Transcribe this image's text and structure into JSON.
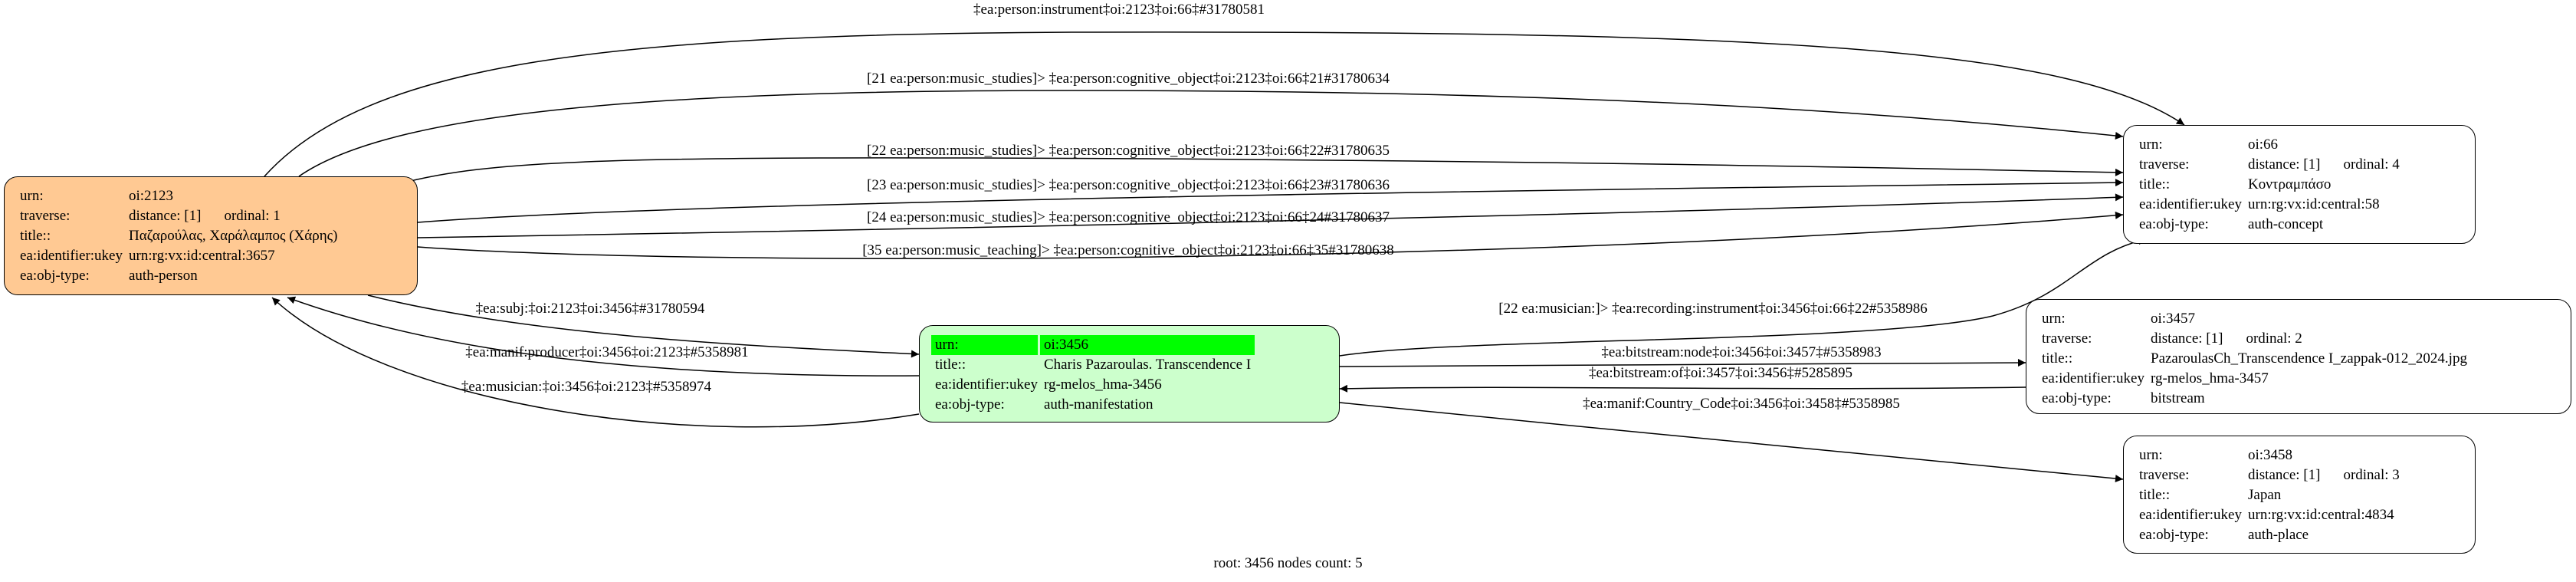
{
  "nodes": [
    {
      "id": "oi-2123",
      "fill": "#ffc993",
      "rows": [
        {
          "k": "urn:",
          "v": "oi:2123"
        },
        {
          "k": "traverse:",
          "v": "distance: [1]",
          "v2": "ordinal: 1"
        },
        {
          "k": "title::",
          "v": "Παζαρούλας, Χαράλαμπος (Χάρης)"
        },
        {
          "k": "ea:identifier:ukey",
          "v": "urn:rg:vx:id:central:3657"
        },
        {
          "k": "ea:obj-type:",
          "v": "auth-person"
        }
      ]
    },
    {
      "id": "oi-3456",
      "fill": "#ccffcc",
      "highlight": "#00ff00",
      "rows": [
        {
          "k": "urn:",
          "v": "oi:3456"
        },
        {
          "k": "title::",
          "v": "Charis Pazaroulas. Transcendence I"
        },
        {
          "k": "ea:identifier:ukey",
          "v": "rg-melos_hma-3456"
        },
        {
          "k": "ea:obj-type:",
          "v": "auth-manifestation"
        }
      ]
    },
    {
      "id": "oi-66",
      "fill": "#ffffff",
      "rows": [
        {
          "k": "urn:",
          "v": "oi:66"
        },
        {
          "k": "traverse:",
          "v": "distance: [1]",
          "v2": "ordinal: 4"
        },
        {
          "k": "title::",
          "v": "Κοντραμπάσο"
        },
        {
          "k": "ea:identifier:ukey",
          "v": "urn:rg:vx:id:central:58"
        },
        {
          "k": "ea:obj-type:",
          "v": "auth-concept"
        }
      ]
    },
    {
      "id": "oi-3457",
      "fill": "#ffffff",
      "rows": [
        {
          "k": "urn:",
          "v": "oi:3457"
        },
        {
          "k": "traverse:",
          "v": "distance: [1]",
          "v2": "ordinal: 2"
        },
        {
          "k": "title::",
          "v": "PazaroulasCh_Transcendence I_zappak-012_2024.jpg"
        },
        {
          "k": "ea:identifier:ukey",
          "v": "rg-melos_hma-3457"
        },
        {
          "k": "ea:obj-type:",
          "v": "bitstream"
        }
      ]
    },
    {
      "id": "oi-3458",
      "fill": "#ffffff",
      "rows": [
        {
          "k": "urn:",
          "v": "oi:3458"
        },
        {
          "k": "traverse:",
          "v": "distance: [1]",
          "v2": "ordinal: 3"
        },
        {
          "k": "title::",
          "v": "Japan"
        },
        {
          "k": "ea:identifier:ukey",
          "v": "urn:rg:vx:id:central:4834"
        },
        {
          "k": "ea:obj-type:",
          "v": "auth-place"
        }
      ]
    }
  ],
  "edges": [
    {
      "from": "oi-2123",
      "to": "oi-66",
      "label": "‡ea:person:instrument‡oi:2123‡oi:66‡#31780581"
    },
    {
      "from": "oi-2123",
      "to": "oi-66",
      "label": "[21 ea:person:music_studies]> ‡ea:person:cognitive_object‡oi:2123‡oi:66‡21#31780634"
    },
    {
      "from": "oi-2123",
      "to": "oi-66",
      "label": "[22 ea:person:music_studies]> ‡ea:person:cognitive_object‡oi:2123‡oi:66‡22#31780635"
    },
    {
      "from": "oi-2123",
      "to": "oi-66",
      "label": "[23 ea:person:music_studies]> ‡ea:person:cognitive_object‡oi:2123‡oi:66‡23#31780636"
    },
    {
      "from": "oi-2123",
      "to": "oi-66",
      "label": "[24 ea:person:music_studies]> ‡ea:person:cognitive_object‡oi:2123‡oi:66‡24#31780637"
    },
    {
      "from": "oi-2123",
      "to": "oi-66",
      "label": "[35 ea:person:music_teaching]> ‡ea:person:cognitive_object‡oi:2123‡oi:66‡35#31780638"
    },
    {
      "from": "oi-2123",
      "to": "oi-3456",
      "label": "‡ea:subj:‡oi:2123‡oi:3456‡#31780594"
    },
    {
      "from": "oi-3456",
      "to": "oi-2123",
      "label": "‡ea:manif:producer‡oi:3456‡oi:2123‡#5358981"
    },
    {
      "from": "oi-3456",
      "to": "oi-2123",
      "label": "‡ea:musician:‡oi:3456‡oi:2123‡#5358974"
    },
    {
      "from": "oi-3456",
      "to": "oi-66",
      "label": "[22 ea:musician:]> ‡ea:recording:instrument‡oi:3456‡oi:66‡22#5358986"
    },
    {
      "from": "oi-3456",
      "to": "oi-3457",
      "label": "‡ea:bitstream:node‡oi:3456‡oi:3457‡#5358983"
    },
    {
      "from": "oi-3457",
      "to": "oi-3456",
      "label": "‡ea:bitstream:of‡oi:3457‡oi:3456‡#5285895"
    },
    {
      "from": "oi-3456",
      "to": "oi-3458",
      "label": "‡ea:manif:Country_Code‡oi:3456‡oi:3458‡#5358985"
    }
  ],
  "footer": "root: 3456 nodes count: 5"
}
